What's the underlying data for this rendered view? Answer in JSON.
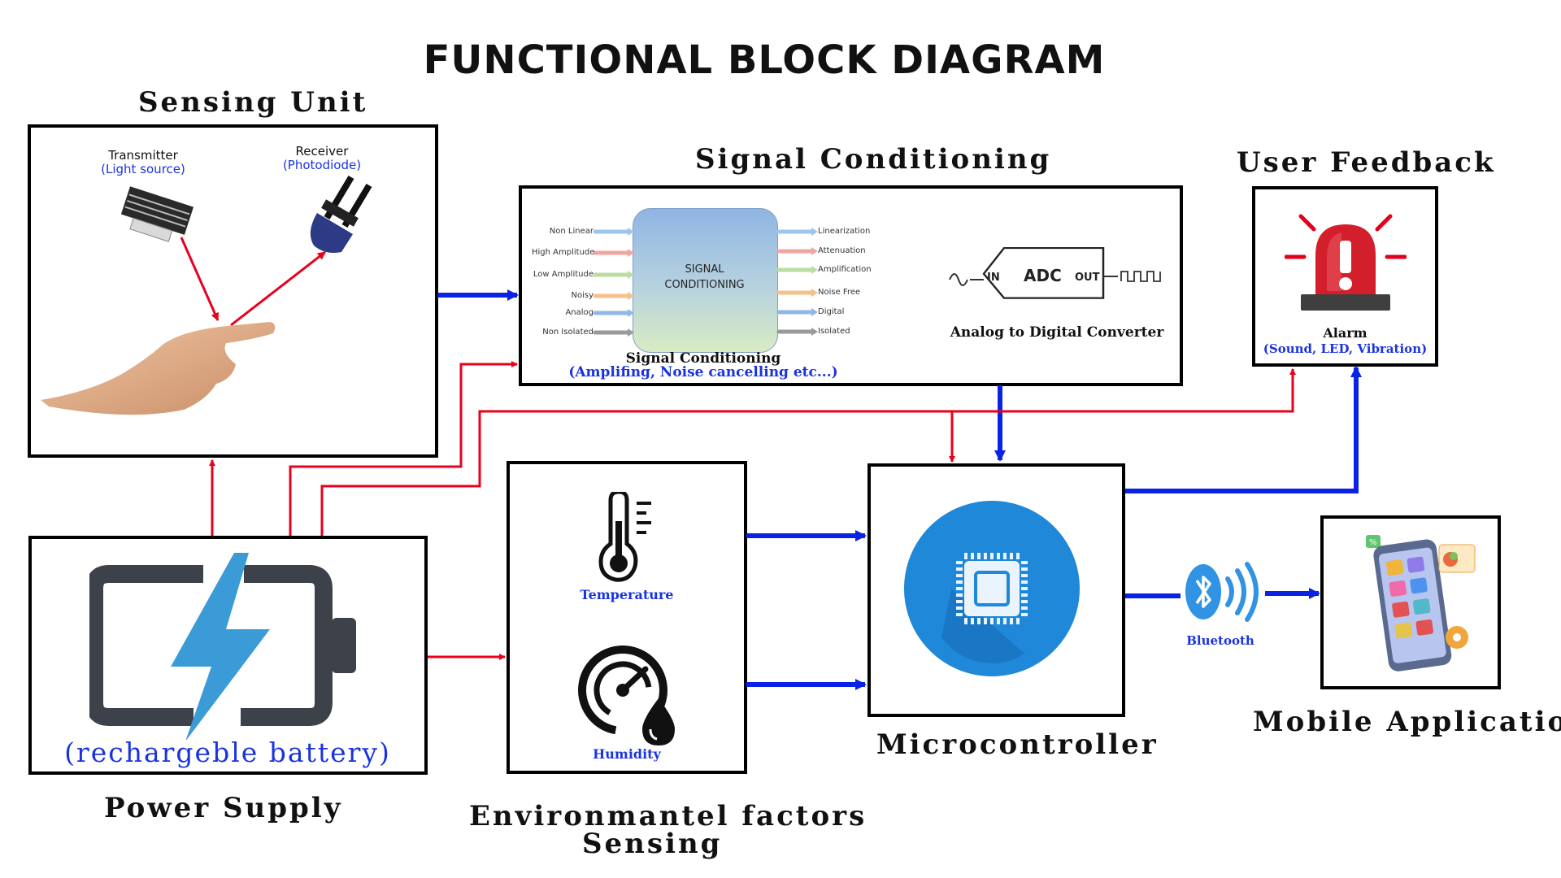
{
  "title": "FUNCTIONAL BLOCK DIAGRAM",
  "sensing_unit": {
    "heading": "Sensing  Unit",
    "transmitter": "Transmitter",
    "transmitter_sub": "(Light source)",
    "receiver": "Receiver",
    "receiver_sub": "(Photodiode)"
  },
  "signal_conditioning": {
    "heading": "Signal Conditioning",
    "center_label": "SIGNAL\nCONDITIONING",
    "inputs": [
      "Non Linear",
      "High Amplitude",
      "Low Amplitude",
      "Noisy",
      "Analog",
      "Non Isolated"
    ],
    "outputs": [
      "Linearization",
      "Attenuation",
      "Amplification",
      "Noise Free",
      "Digital",
      "Isolated"
    ],
    "caption": "Signal Conditioning",
    "caption_sub": "(Amplifing, Noise cancelling etc...)",
    "adc_in": "IN",
    "adc_label": "ADC",
    "adc_out": "OUT",
    "adc_caption": "Analog to Digital Converter"
  },
  "user_feedback": {
    "heading": "User Feedback",
    "alarm": "Alarm",
    "alarm_sub": "(Sound, LED, Vibration)"
  },
  "power_supply": {
    "heading": "Power Supply",
    "battery_label": "(rechargeble battery)"
  },
  "environment": {
    "heading_line1": "Environmantel factors",
    "heading_line2": "Sensing",
    "temperature": "Temperature",
    "humidity": "Humidity"
  },
  "microcontroller": {
    "heading": "Microcontroller"
  },
  "bluetooth": {
    "label": "Bluetooth"
  },
  "mobile": {
    "heading": "Mobile Application"
  },
  "colors": {
    "power_arrow": "#e8001c",
    "data_arrow": "#0a22e6",
    "label_blue": "#1a33e0",
    "chip_blue": "#1f88d8"
  }
}
